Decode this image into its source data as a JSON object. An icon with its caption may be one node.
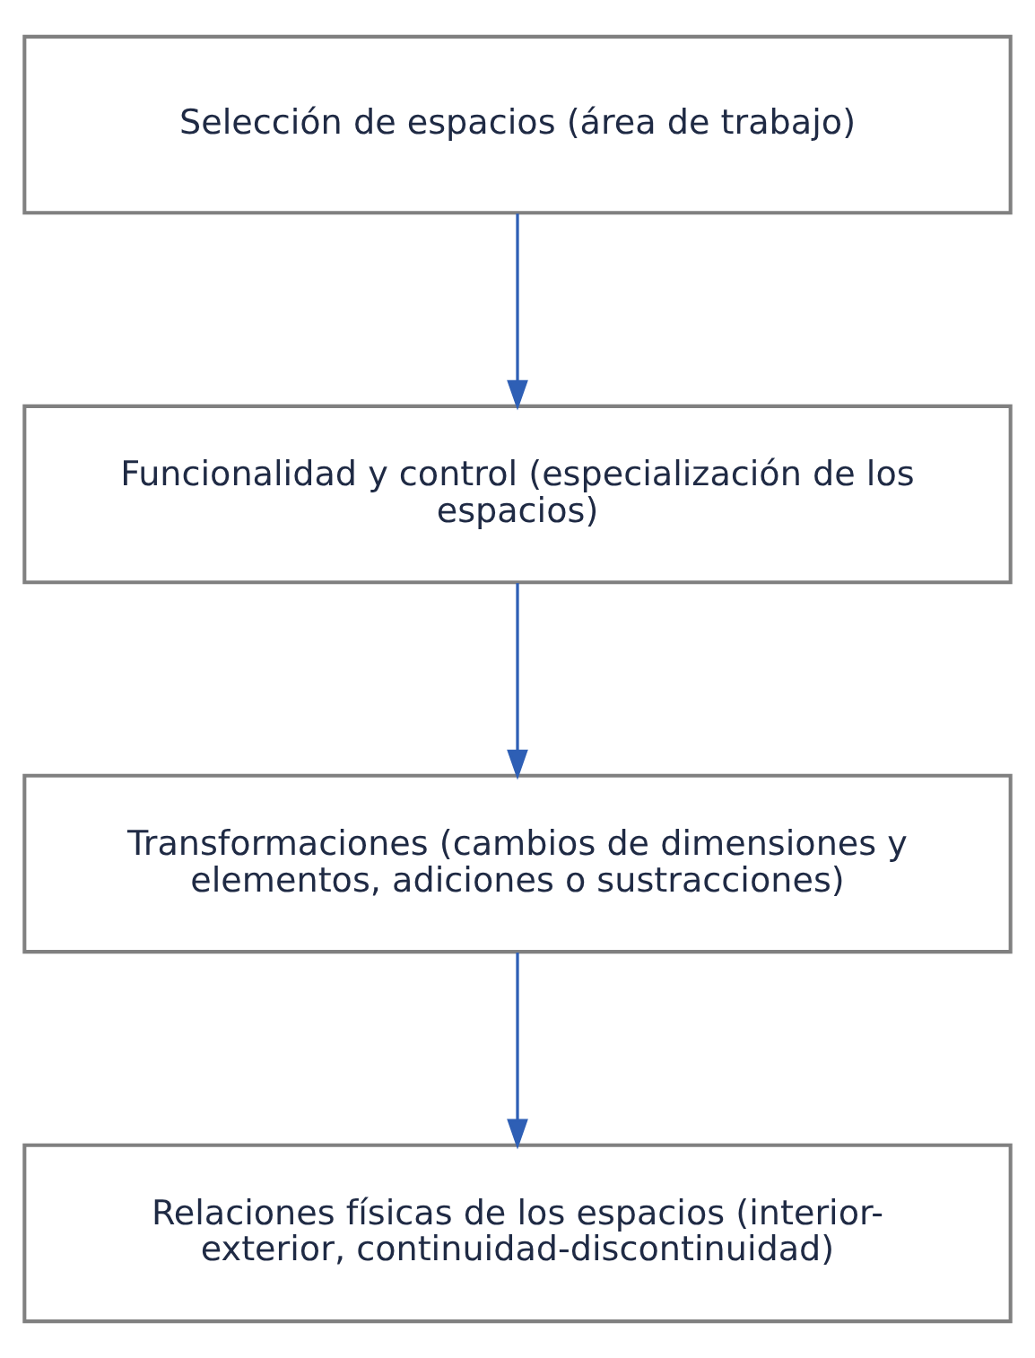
{
  "diagram": {
    "nodes": [
      {
        "text": [
          "Selección de espacios (área de trabajo)"
        ]
      },
      {
        "text": [
          "Funcionalidad y control (especialización de los espacios)"
        ]
      },
      {
        "text": [
          "Transformaciones (cambios de dimensiones y elementos, adiciones o sustracciones)"
        ]
      },
      {
        "text": [
          "Relaciones físicas de los espacios (interior-exterior, continuidad-discontinuidad)"
        ]
      }
    ],
    "edges": [
      {
        "from": 0,
        "to": 1,
        "arrow": "to"
      },
      {
        "from": 1,
        "to": 2,
        "arrow": "to"
      },
      {
        "from": 2,
        "to": 3,
        "arrow": "to"
      }
    ]
  }
}
